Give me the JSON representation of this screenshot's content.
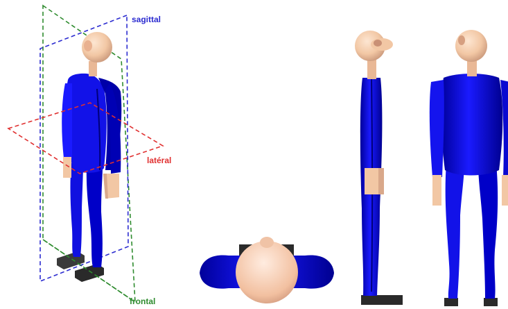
{
  "labels": {
    "sagittal": "sagittal",
    "lateral": "latéral",
    "frontal": "frontal"
  },
  "colors": {
    "background": "#ffffff",
    "sagittal_plane": "#2b2bd0",
    "lateral_plane": "#e03030",
    "frontal_plane": "#2e8b2e",
    "body": "#0a0ad8",
    "skin": "#f2c7a4",
    "shoe": "#2a2a2a"
  },
  "icons": {
    "figure": "mannequin-figure"
  }
}
